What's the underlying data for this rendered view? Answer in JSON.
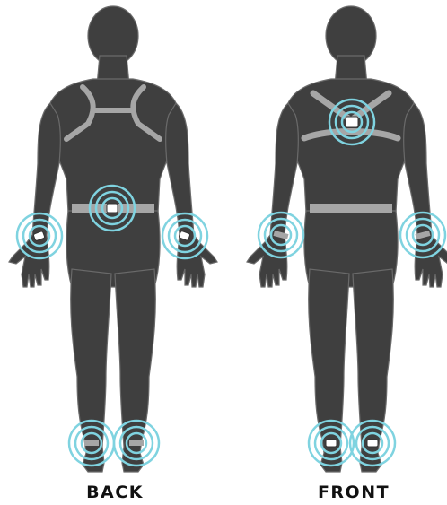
{
  "figures": [
    {
      "label": "BACK",
      "view": "back",
      "sensors": [
        "lower-back",
        "left-wrist",
        "right-wrist",
        "left-ankle",
        "right-ankle"
      ]
    },
    {
      "label": "FRONT",
      "view": "front",
      "sensors": [
        "chest",
        "left-wrist",
        "right-wrist",
        "left-ankle",
        "right-ankle"
      ]
    }
  ],
  "colors": {
    "body": "#3f3f3f",
    "body_outline": "#6a6a6a",
    "strap": "#a6a6a6",
    "signal_ring": "#7fd3e0",
    "sensor": "#ffffff",
    "text": "#111111"
  }
}
